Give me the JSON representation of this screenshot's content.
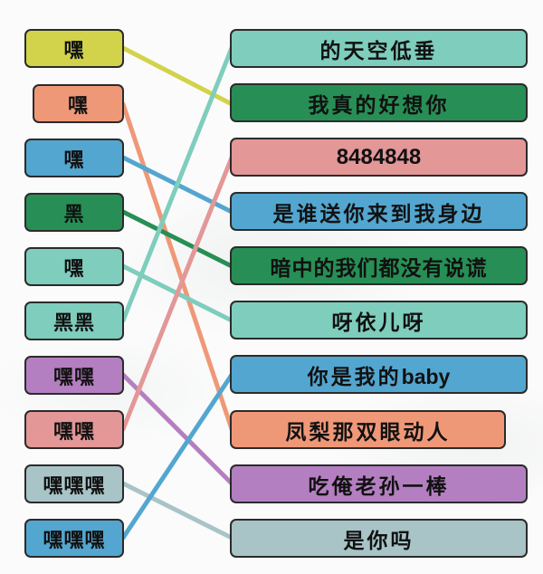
{
  "game": {
    "type": "connect-the-lines",
    "left_items": [
      {
        "label": "嘿",
        "color": "#d2d34a"
      },
      {
        "label": "嘿",
        "color": "#ef9878"
      },
      {
        "label": "嘿",
        "color": "#53a6cf"
      },
      {
        "label": "黑",
        "color": "#278f55"
      },
      {
        "label": "嘿",
        "color": "#7ecdbd"
      },
      {
        "label": "黑黑",
        "color": "#7ecdbd"
      },
      {
        "label": "嘿嘿",
        "color": "#b47fc1"
      },
      {
        "label": "嘿嘿",
        "color": "#e39797"
      },
      {
        "label": "嘿嘿嘿",
        "color": "#a8c4c6"
      },
      {
        "label": "嘿嘿嘿",
        "color": "#53a6cf"
      }
    ],
    "right_items": [
      {
        "label": "的天空低垂",
        "color": "#7ecdbd"
      },
      {
        "label": "我真的好想你",
        "color": "#278f55"
      },
      {
        "label": "8484848",
        "color": "#e39797"
      },
      {
        "label": "是谁送你来到我身边",
        "color": "#53a6cf"
      },
      {
        "label": "暗中的我们都没有说谎",
        "color": "#278f55"
      },
      {
        "label": "呀依儿呀",
        "color": "#7ecdbd"
      },
      {
        "label": "你是我的baby",
        "color": "#53a6cf"
      },
      {
        "label": "凤梨那双眼动人",
        "color": "#ef9878"
      },
      {
        "label": "吃俺老孙一棒",
        "color": "#b47fc1"
      },
      {
        "label": "是你吗",
        "color": "#a8c4c6"
      }
    ],
    "connections": [
      {
        "from": 0,
        "to": 1,
        "color": "#d2d34a"
      },
      {
        "from": 1,
        "to": 7,
        "color": "#ef9878"
      },
      {
        "from": 2,
        "to": 3,
        "color": "#53a6cf"
      },
      {
        "from": 3,
        "to": 4,
        "color": "#278f55"
      },
      {
        "from": 4,
        "to": 5,
        "color": "#7ecdbd"
      },
      {
        "from": 5,
        "to": 0,
        "color": "#7ecdbd"
      },
      {
        "from": 6,
        "to": 8,
        "color": "#b47fc1"
      },
      {
        "from": 7,
        "to": 2,
        "color": "#e39797"
      },
      {
        "from": 8,
        "to": 9,
        "color": "#a8c4c6"
      },
      {
        "from": 9,
        "to": 6,
        "color": "#53a6cf"
      }
    ]
  }
}
